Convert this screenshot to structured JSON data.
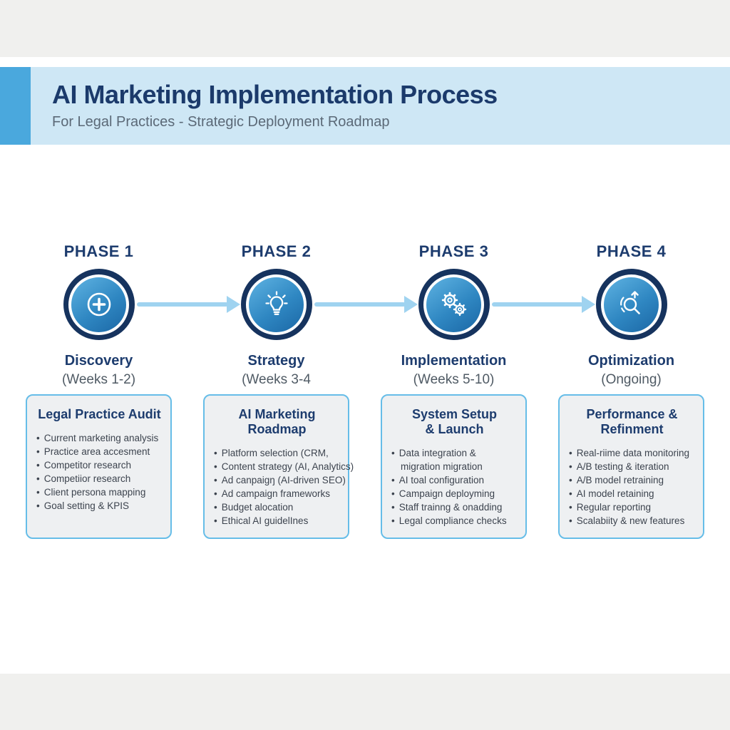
{
  "page": {
    "title": "AI Marketing Implementation Process",
    "subtitle": "For Legal Practices - Strategic Deployment Roadmap"
  },
  "colors": {
    "accent_stripe": "#4aa8dd",
    "header_band": "#cee7f5",
    "navy_text": "#1d3c6e",
    "arrow_blue": "#9fd3f0",
    "card_border": "#66bde8",
    "card_background": "#eef0f2",
    "circle_ring": "#16335e",
    "circle_gradient_top": "#5fb3e2",
    "circle_gradient_bottom": "#1b67a5"
  },
  "phases": [
    {
      "label": "PHASE 1",
      "icon": "plus-circle-icon",
      "name": "Discovery",
      "weeks": "(Weeks 1-2)",
      "card": {
        "title": "Legal Practice Audit",
        "items": [
          "Current marketing analysis",
          "Practice area accesment",
          "Competitor research",
          "Competiior research",
          "Client persona mapping",
          "Goal setting & KPIS"
        ]
      }
    },
    {
      "label": "PHASE 2",
      "icon": "lightbulb-icon",
      "name": "Strategy",
      "weeks": "(Weeks 3-4",
      "card": {
        "title": "AI Marketing\nRoadmap",
        "items": [
          "Platform selection (CRM,",
          "Content strategy (AI, Analytics)",
          "Ad canpaigŋ (AI-driven SEO)",
          "Ad campaign frameworks",
          "Budget alocation",
          "Ethical AI guidelInes"
        ]
      }
    },
    {
      "label": "PHASE 3",
      "icon": "gears-icon",
      "name": "Implementation",
      "weeks": "(Weeks 5-10)",
      "card": {
        "title": "System Setup\n& Launch",
        "items": [
          "Data integration & migration migration",
          "AI toal configuration",
          "Campaign deployming",
          "Staff trainng & onadding",
          "Legal compliance checks"
        ]
      }
    },
    {
      "label": "PHASE 4",
      "icon": "magnifier-trend-icon",
      "name": "Optimization",
      "weeks": "(Ongoing)",
      "card": {
        "title": "Performance &\nRefinment",
        "items": [
          "Real-riime data monitoring",
          "A/B testing & iteration",
          "A/B model retraining",
          "AI model retaining",
          "Regular reporting",
          "Scalabiity & new features"
        ]
      }
    }
  ]
}
